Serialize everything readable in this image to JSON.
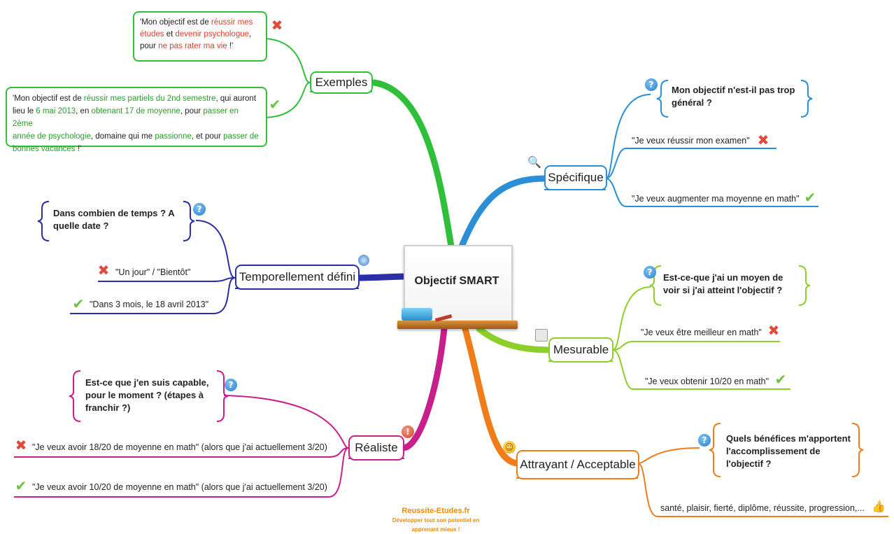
{
  "center": {
    "title": "Objectif SMART"
  },
  "branches": {
    "exemples": {
      "label": "Exemples",
      "bad": [
        "'Mon objectif est de ",
        "réussir mes",
        "études",
        " et ",
        "devenir psychologue",
        ",",
        "pour ",
        "ne pas rater ma vie",
        " !'"
      ],
      "good": [
        "'Mon objectif est de ",
        "réussir mes partiels du 2nd semestre",
        ", qui auront",
        "lieu le ",
        "6 mai 2013",
        ", en ",
        "obtenant 17 de moyenne",
        ", pour ",
        "passer en 2ème",
        "année de psychologie",
        ", domaine qui me ",
        "passionne",
        ", et pour ",
        "passer de",
        "bonnes vacances",
        " !'"
      ]
    },
    "specifique": {
      "label": "Spécifique",
      "question": "Mon objectif n'est-il pas trop général ?",
      "bad": "\"Je veux réussir mon examen\"",
      "good": "\"Je veux augmenter ma moyenne en math\""
    },
    "temporel": {
      "label": "Temporellement défini",
      "question": "Dans combien de temps ? A quelle date ?",
      "bad": "\"Un jour\" / \"Bientôt\"",
      "good": "\"Dans 3 mois, le 18 avril 2013\""
    },
    "mesurable": {
      "label": "Mesurable",
      "question": "Est-ce-que j'ai un moyen de voir si j'ai atteint l'objectif ?",
      "bad": "\"Je veux être meilleur en math\"",
      "good": "\"Je veux obtenir 10/20 en math\""
    },
    "realiste": {
      "label": "Réaliste",
      "question": "Est-ce que j'en suis capable, pour le moment ? (étapes à franchir ?)",
      "bad": "\"Je veux avoir 18/20 de moyenne en math\" (alors que j'ai actuellement 3/20)",
      "good": "\"Je veux avoir 10/20 de moyenne en math\" (alors que j'ai actuellement 3/20)"
    },
    "attrayant": {
      "label": "Attrayant / Acceptable",
      "question": "Quels bénéfices m'apportent l'accomplissement de l'objectif ?",
      "benefits": "santé, plaisir, fierté, diplôme, réussite, progression,..."
    }
  },
  "footer": {
    "site": "Reussite-Etudes.fr",
    "tagline1": "Développer tout son potentiel en",
    "tagline2": "apprenant mieux !"
  },
  "colors": {
    "exemples": "#2fbf3a",
    "specifique": "#2b8fd6",
    "temporel": "#2a2fa6",
    "mesurable": "#8ccf2a",
    "realiste": "#c8208a",
    "attrayant": "#f07d1a"
  },
  "icons": {
    "question": "question-icon",
    "bad": "cross-icon",
    "good": "check-icon",
    "exclamation": "exclamation-icon",
    "smiley": "smiley-icon",
    "thumb": "thumbs-up-icon",
    "magnifier": "magnifier-icon",
    "stopwatch": "stopwatch-icon",
    "chart": "chart-icon"
  }
}
